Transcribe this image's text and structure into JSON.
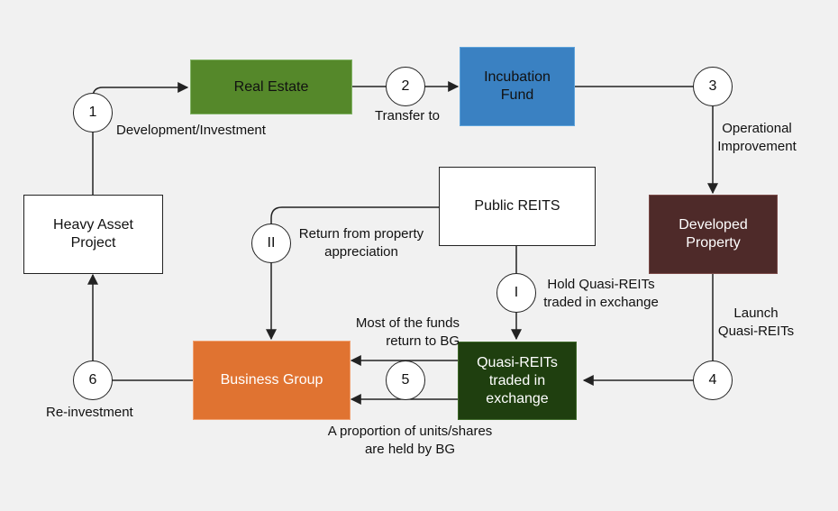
{
  "colors": {
    "background": "#f1f1f1",
    "real_estate": "#55882a",
    "incubation_fund": "#3a81c2",
    "developed_property": "#4e2a29",
    "business_group": "#e07331",
    "quasi_reits": "#1f3f0f",
    "white_box": "#ffffff",
    "line": "#222222"
  },
  "nodes": {
    "heavy_asset": "Heavy Asset\nProject",
    "real_estate": "Real Estate",
    "incubation_fund": "Incubation\nFund",
    "developed_property": "Developed\nProperty",
    "public_reits": "Public REITS",
    "quasi_reits": "Quasi-REITs\ntraded in\nexchange",
    "business_group": "Business Group"
  },
  "steps": {
    "s1": "1",
    "s2": "2",
    "s3": "3",
    "s4": "4",
    "s5": "5",
    "s6": "6",
    "r1": "I",
    "r2": "II"
  },
  "labels": {
    "development": "Development/Investment",
    "transfer": "Transfer to",
    "operational": "Operational\nImprovement",
    "launch": "Launch\nQuasi-REITs",
    "hold": "Hold Quasi-REITs\ntraded in exchange",
    "return_appreciation": "Return from property\nappreciation",
    "funds_return": "Most of the funds\nreturn to BG",
    "units_held": "A proportion of units/shares\nare held by BG",
    "reinvestment": "Re-investment"
  }
}
